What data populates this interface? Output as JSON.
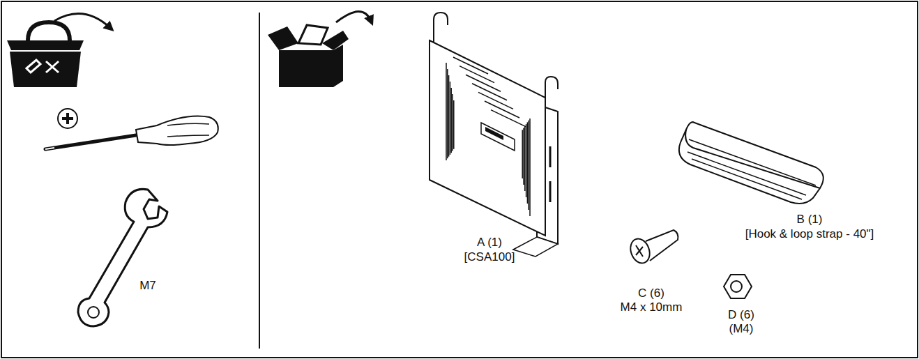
{
  "diagram": {
    "labels": [
      "M7",
      "A (1)",
      "[CSA100]",
      "B (1)",
      "[Hook & loop strap - 40\"]",
      "C (6)",
      "M4 x 10mm",
      "D (6)",
      "(M4)"
    ]
  }
}
